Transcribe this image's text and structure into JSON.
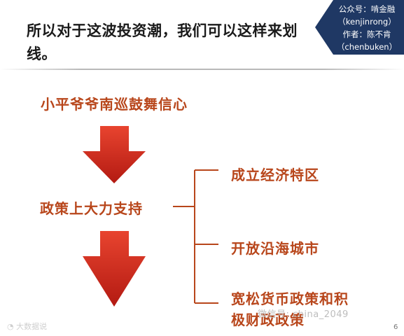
{
  "title": "所以对于这波投资潮，我们可以这样来划线。",
  "badge": {
    "line1": "公众号：啃金融",
    "line2": "（kenjinrong）",
    "line3": "作者：陈不肯",
    "line4": "（chenbuken）",
    "color": "#1f3864"
  },
  "diagram": {
    "nodes": {
      "top": "小平爷爷南巡鼓舞信心",
      "middle": "政策上大力支持"
    },
    "branches": [
      "成立经济特区",
      "开放沿海城市",
      "宽松货币政策和积极财政政策"
    ],
    "text_color": "#b8461b",
    "arrow_color": "#d7281b"
  },
  "footer": {
    "logo_text": "大数据说",
    "watermark": "微信号: china_2049",
    "page_number": "6"
  }
}
